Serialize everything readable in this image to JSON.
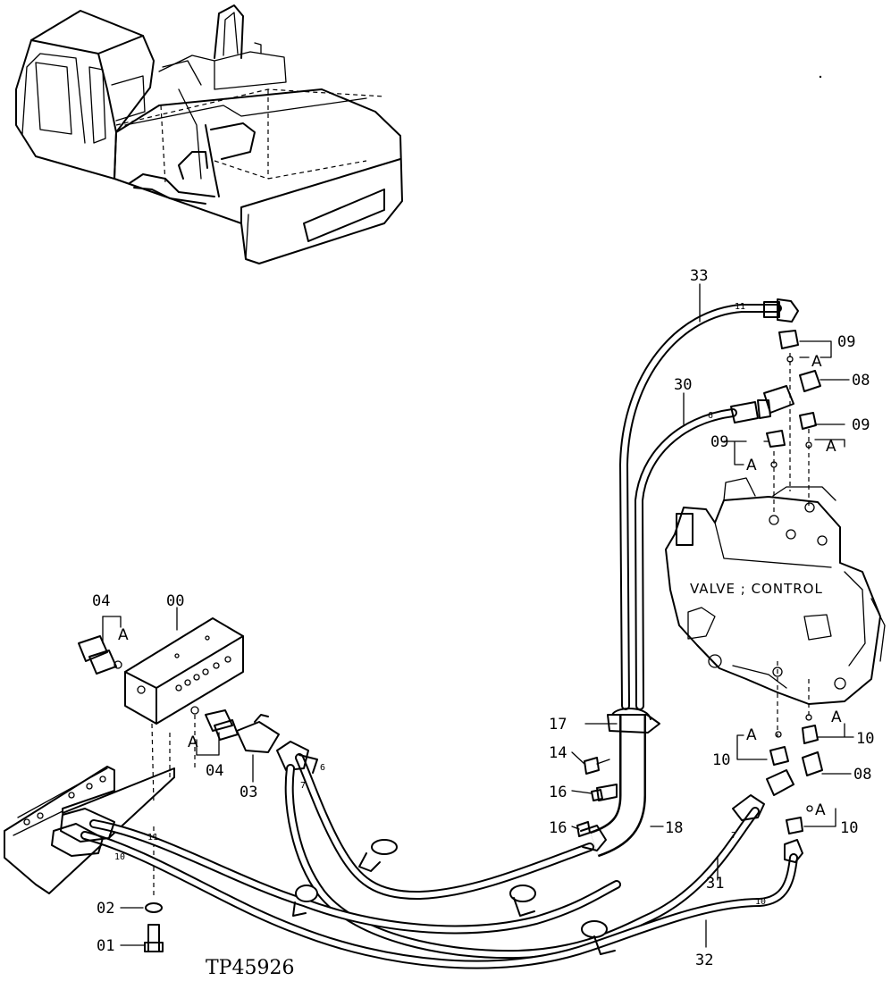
{
  "diagram": {
    "figure_code": "TP45926",
    "component_label": "VALVE ; CONTROL",
    "group_letter": "A",
    "callouts": {
      "c00": "00",
      "c01": "01",
      "c02": "02",
      "c03": "03",
      "c04a": "04",
      "c04b": "04",
      "c08a": "08",
      "c08b": "08",
      "c09a": "09",
      "c09b": "09",
      "c09c": "09",
      "c10a": "10",
      "c10b": "10",
      "c10c": "10",
      "c14": "14",
      "c16a": "16",
      "c16b": "16",
      "c17": "17",
      "c18": "18",
      "c30": "30",
      "c31": "31",
      "c32": "32",
      "c33": "33"
    },
    "hose_marks": {
      "m11a": "11",
      "m11b": "11",
      "m6a": "6",
      "m6b": "6",
      "m7a": "7",
      "m7b": "7",
      "m10a": "10",
      "m10b": "10"
    }
  }
}
